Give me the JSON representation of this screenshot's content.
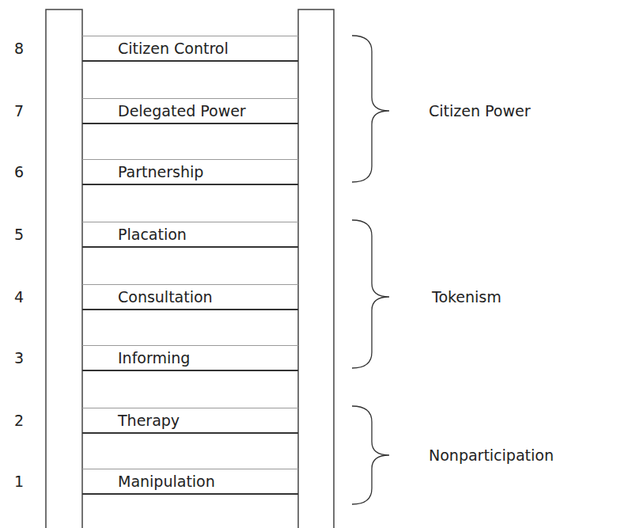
{
  "diagram": {
    "nodes": [
      {
        "text": [
          "Citizen Control"
        ]
      },
      {
        "text": [
          "Delegated Power"
        ]
      },
      {
        "text": [
          "Partnership"
        ]
      },
      {
        "text": [
          "Placation"
        ]
      },
      {
        "text": [
          "Consultation"
        ]
      },
      {
        "text": [
          "Informing"
        ]
      },
      {
        "text": [
          "Therapy"
        ]
      },
      {
        "text": [
          "Manipulation"
        ]
      }
    ],
    "labels": [
      "8",
      "7",
      "6",
      "5",
      "4",
      "3",
      "2",
      "1",
      "Citizen Power",
      "Tokenism",
      "Nonparticipation"
    ]
  }
}
